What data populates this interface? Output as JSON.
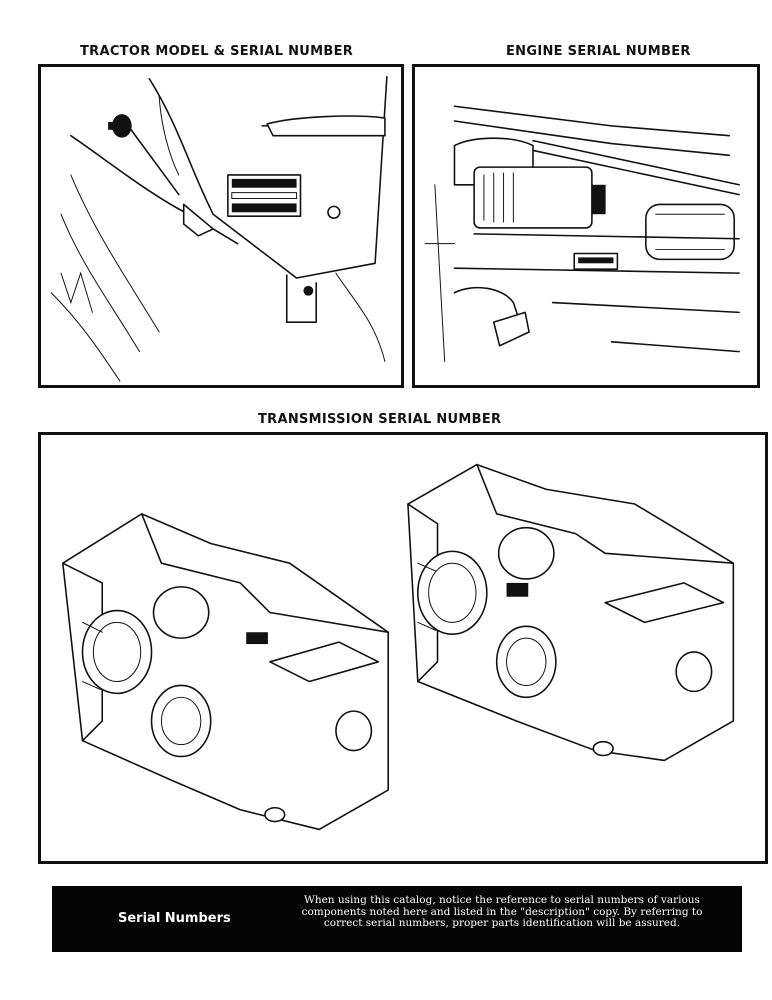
{
  "captions": {
    "tractor": "TRACTOR MODEL & SERIAL NUMBER",
    "engine": "ENGINE SERIAL NUMBER",
    "transmission": "TRANSMISSION SERIAL NUMBER"
  },
  "footer": {
    "title": "Serial Numbers",
    "text": "When using this catalog, notice the reference to serial numbers of various components noted here and listed in the \"description\" copy. By referring to correct serial numbers, proper parts identification will be assured."
  }
}
